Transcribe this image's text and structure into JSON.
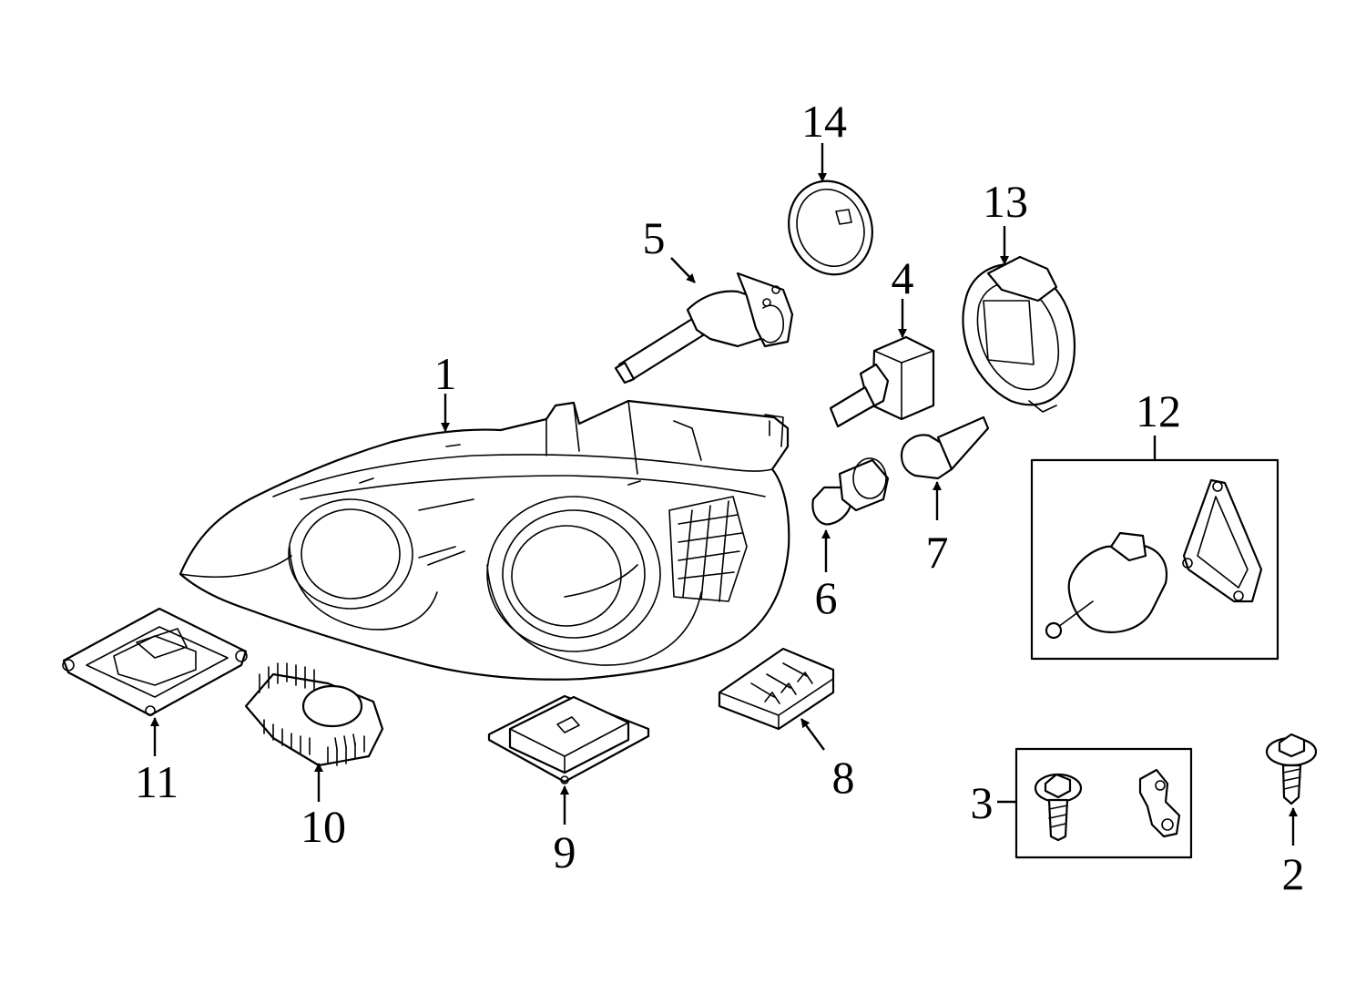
{
  "diagram": {
    "highlight_color": "#9ddcf6",
    "line_color": "#000000",
    "background": "#ffffff",
    "callouts": [
      {
        "id": "1",
        "label": "1"
      },
      {
        "id": "2",
        "label": "2"
      },
      {
        "id": "3",
        "label": "3"
      },
      {
        "id": "4",
        "label": "4"
      },
      {
        "id": "5",
        "label": "5"
      },
      {
        "id": "6",
        "label": "6"
      },
      {
        "id": "7",
        "label": "7"
      },
      {
        "id": "8",
        "label": "8"
      },
      {
        "id": "9",
        "label": "9"
      },
      {
        "id": "10",
        "label": "10"
      },
      {
        "id": "11",
        "label": "11"
      },
      {
        "id": "12",
        "label": "12"
      },
      {
        "id": "13",
        "label": "13"
      },
      {
        "id": "14",
        "label": "14"
      }
    ]
  }
}
